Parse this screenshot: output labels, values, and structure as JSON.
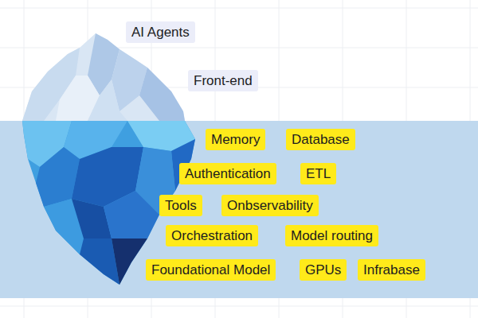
{
  "diagram": {
    "nodes": [
      {
        "text": [
          "AI Agents"
        ]
      },
      {
        "text": [
          "Front-end"
        ]
      },
      {
        "text": [
          "Memory"
        ]
      },
      {
        "text": [
          "Database"
        ]
      },
      {
        "text": [
          "Authentication"
        ]
      },
      {
        "text": [
          "ETL"
        ]
      },
      {
        "text": [
          "Tools"
        ]
      },
      {
        "text": [
          "Onbservability"
        ]
      },
      {
        "text": [
          "Orchestration"
        ]
      },
      {
        "text": [
          "Model routing"
        ]
      },
      {
        "text": [
          "Foundational Model"
        ]
      },
      {
        "text": [
          "GPUs"
        ]
      },
      {
        "text": [
          "Infrabase"
        ]
      }
    ]
  }
}
